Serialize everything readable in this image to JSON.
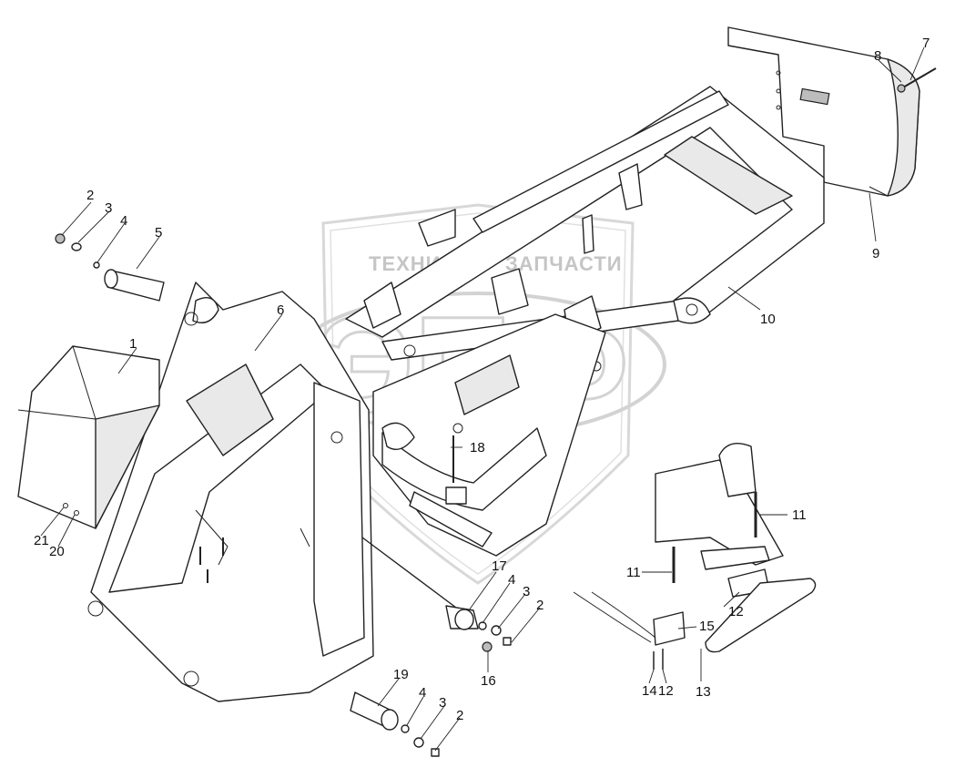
{
  "watermark": {
    "line1_left": "ТЕХНИКА",
    "line1_right": "ЗАПЧАСТИ",
    "logo_text": "ЭПФ",
    "gear_icon": "gear-icon"
  },
  "callouts": {
    "c1": "1",
    "c2a": "2",
    "c3a": "3",
    "c4a": "4",
    "c5": "5",
    "c6": "6",
    "c7": "7",
    "c8": "8",
    "c9": "9",
    "c10": "10",
    "c11a": "11",
    "c11b": "11",
    "c12a": "12",
    "c12b": "12",
    "c13": "13",
    "c14": "14",
    "c15": "15",
    "c16": "16",
    "c17": "17",
    "c4b": "4",
    "c3b": "3",
    "c2b": "2",
    "c18": "18",
    "c19": "19",
    "c4c": "4",
    "c3c": "3",
    "c2c": "2",
    "c20": "20",
    "c21": "21"
  }
}
